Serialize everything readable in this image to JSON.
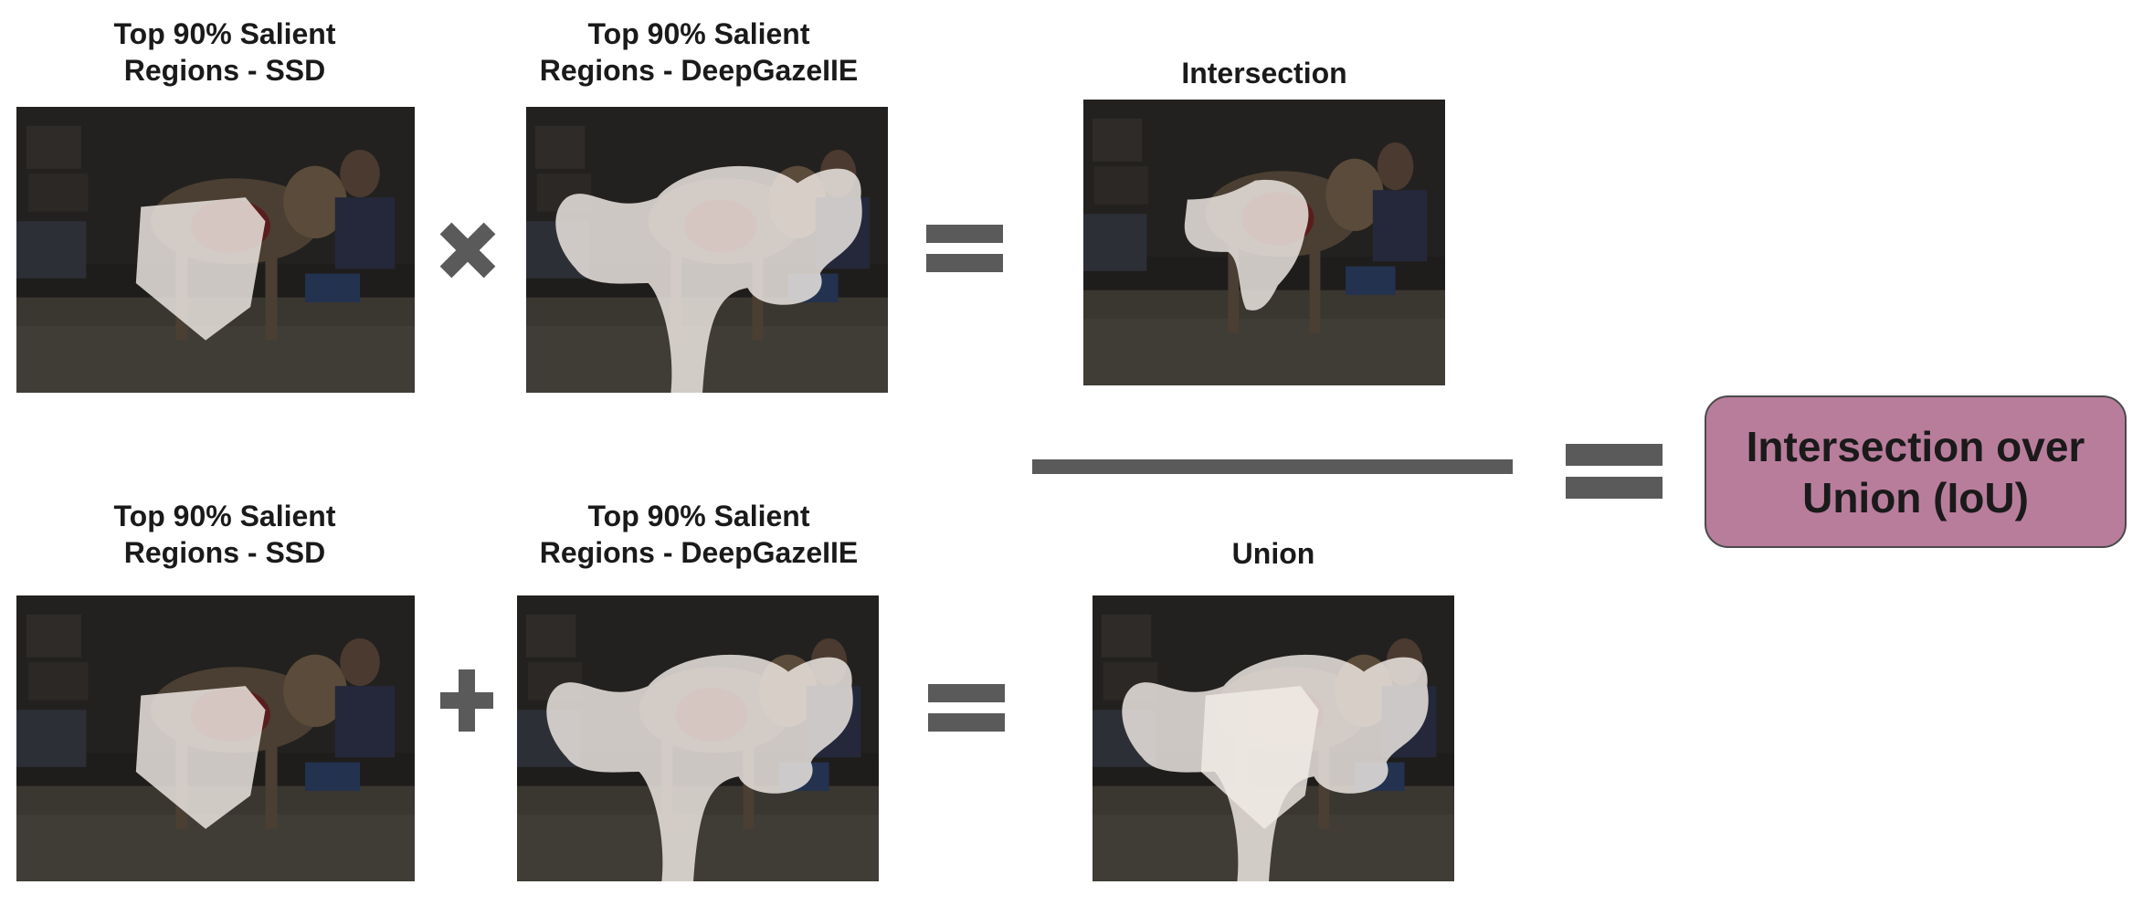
{
  "row1": {
    "ssd_caption_line1": "Top 90% Salient",
    "ssd_caption_line2": "Regions - SSD",
    "deepgaze_caption_line1": "Top 90% Salient",
    "deepgaze_caption_line2": "Regions - DeepGazeIIE",
    "result_caption": "Intersection",
    "operator_icon": "multiply-icon"
  },
  "row2": {
    "ssd_caption_line1": "Top 90% Salient",
    "ssd_caption_line2": "Regions - SSD",
    "deepgaze_caption_line1": "Top 90% Salient",
    "deepgaze_caption_line2": "Regions - DeepGazeIIE",
    "result_caption": "Union",
    "operator_icon": "plus-icon"
  },
  "final": {
    "label_line1": "Intersection over",
    "label_line2": "Union (IoU)"
  },
  "colors": {
    "operator": "#5a5a5a",
    "result_box_fill": "#b97d9c",
    "result_box_border": "#4a4a4a",
    "photo_dark": "#1e1c1a",
    "mask_highlight": "#f2ece6"
  }
}
